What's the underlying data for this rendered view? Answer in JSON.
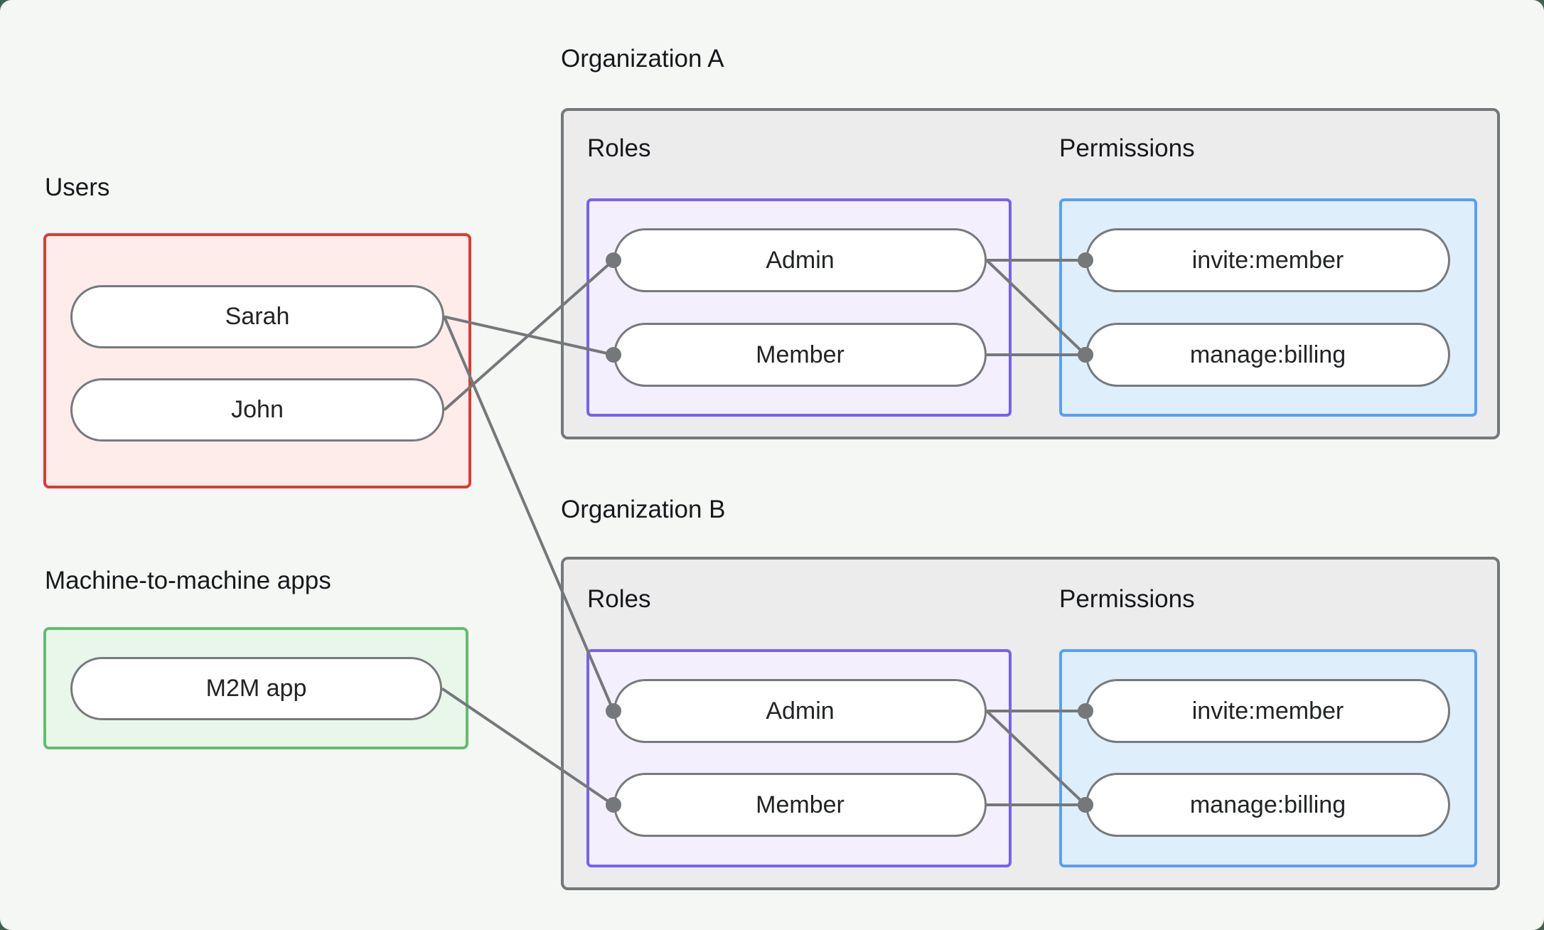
{
  "page": {
    "background": "#f5f7f5",
    "outer_corner_color": "#44604f"
  },
  "colors": {
    "connector": "#75787a",
    "pill_border": "#767a7d",
    "users_border": "#dc3b32",
    "users_fill": "#fdecea",
    "m2m_border": "#64bc70",
    "m2m_fill": "#e9f6ea",
    "org_border": "#75787a",
    "org_fill": "#ececed",
    "roles_border": "#7a5ff6",
    "roles_fill": "#f4effc",
    "permissions_border": "#56a0f5",
    "permissions_fill": "#dfeefb",
    "text": "#16181b"
  },
  "users_group": {
    "label": "Users",
    "items": [
      {
        "id": "sarah",
        "label": "Sarah"
      },
      {
        "id": "john",
        "label": "John"
      }
    ]
  },
  "m2m_group": {
    "label": "Machine-to-machine apps",
    "items": [
      {
        "id": "m2m-app",
        "label": "M2M app"
      }
    ]
  },
  "organizations": [
    {
      "title": "Organization A",
      "roles": {
        "label": "Roles",
        "items": [
          {
            "id": "orgA-admin",
            "label": "Admin"
          },
          {
            "id": "orgA-member",
            "label": "Member"
          }
        ]
      },
      "permissions": {
        "label": "Permissions",
        "items": [
          {
            "id": "orgA-invite",
            "label": "invite:member"
          },
          {
            "id": "orgA-manage",
            "label": "manage:billing"
          }
        ]
      }
    },
    {
      "title": "Organization B",
      "roles": {
        "label": "Roles",
        "items": [
          {
            "id": "orgB-admin",
            "label": "Admin"
          },
          {
            "id": "orgB-member",
            "label": "Member"
          }
        ]
      },
      "permissions": {
        "label": "Permissions",
        "items": [
          {
            "id": "orgB-invite",
            "label": "invite:member"
          },
          {
            "id": "orgB-manage",
            "label": "manage:billing"
          }
        ]
      }
    }
  ],
  "edges": [
    {
      "from": "sarah",
      "to": "orgA-member"
    },
    {
      "from": "john",
      "to": "orgA-admin"
    },
    {
      "from": "sarah",
      "to": "orgB-admin"
    },
    {
      "from": "m2m-app",
      "to": "orgB-member"
    },
    {
      "from": "orgA-admin",
      "to": "orgA-invite"
    },
    {
      "from": "orgA-admin",
      "to": "orgA-manage"
    },
    {
      "from": "orgA-member",
      "to": "orgA-manage"
    },
    {
      "from": "orgB-admin",
      "to": "orgB-invite"
    },
    {
      "from": "orgB-admin",
      "to": "orgB-manage"
    },
    {
      "from": "orgB-member",
      "to": "orgB-manage"
    }
  ]
}
